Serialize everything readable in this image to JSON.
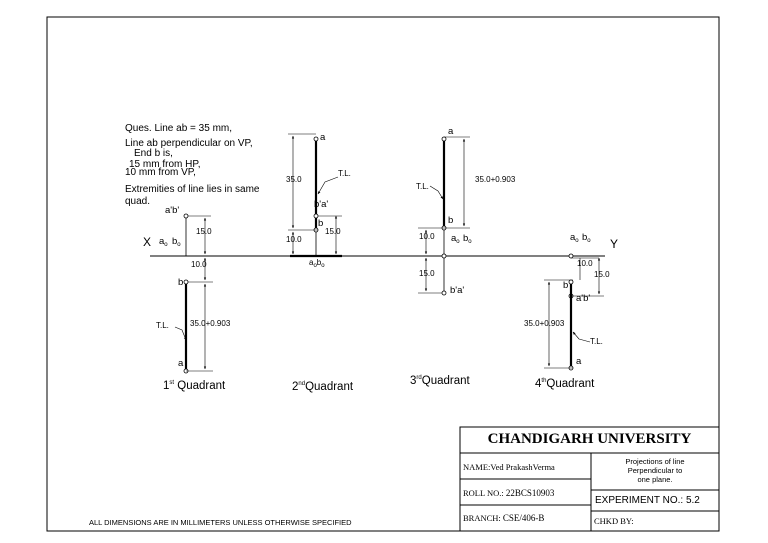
{
  "question": {
    "line1": "Ques. Line ab = 35 mm,",
    "line2": "Line ab perpendicular on VP,",
    "line3": "End b is,",
    "line4": "15 mm from HP,",
    "line5": "10 mm from VP,",
    "line6": "Extremities of line lies in same",
    "line7": "quad."
  },
  "axis": {
    "x": "X",
    "y": "Y"
  },
  "q1": {
    "front_label": "a'b'",
    "top_a_letter": "a",
    "top_b_letter": "b",
    "a_top": "a",
    "b_top": "b",
    "dim_hp": "15.0",
    "dim_vp": "10.0",
    "dim_len": "35.0+0.903",
    "tl": "T.L.",
    "quad_num": "1",
    "quad_sup": "st",
    "quad_word": "Quadrant"
  },
  "q2": {
    "a": "a",
    "b": "b",
    "ba_prime": "b'a'",
    "dim_len": "35.0",
    "dim_vp": "10.0",
    "dim_hp": "15.0",
    "tl": "T.L.",
    "ground_a": "a",
    "ground_b": "b",
    "sub_o": "o",
    "quad_num": "2",
    "quad_sup": "nd",
    "quad_word": "Quadrant"
  },
  "q3": {
    "a": "a",
    "b": "b",
    "ba_prime": "b'a'",
    "axis_a": "a",
    "axis_b": "b",
    "sub_o": "o",
    "dim_len": "35.0+0.903",
    "dim_vp": "10.0",
    "dim_hp": "15.0",
    "tl": "T.L.",
    "quad_num": "3",
    "quad_sup": "rd",
    "quad_word": "Quadrant"
  },
  "q4": {
    "axis_a": "a",
    "axis_b": "b",
    "sub_o": "o",
    "b": "b",
    "ab_prime": "a'b'",
    "a": "a",
    "dim_vp": "10.0",
    "dim_hp": "15.0",
    "dim_len": "35.0+0.903",
    "tl": "T.L.",
    "quad_num": "4",
    "quad_sup": "th",
    "quad_word": "Quadrant"
  },
  "title_block": {
    "university": "CHANDIGARH UNIVERSITY",
    "name": "NAME:Ved PrakashVerma",
    "roll_label": "ROLL NO.:",
    "roll_value": "22BCS10903",
    "branch_label": "BRANCH:",
    "branch_value": "CSE/406-B",
    "subject_line1": "Projections of line",
    "subject_line2": "Perpendicular to",
    "subject_line3": "one plane.",
    "experiment": "EXPERIMENT NO.: 5.2",
    "checked": "CHKD BY:"
  },
  "footer": "ALL DIMENSIONS ARE IN MILLIMETERS UNLESS OTHERWISE SPECIFIED"
}
